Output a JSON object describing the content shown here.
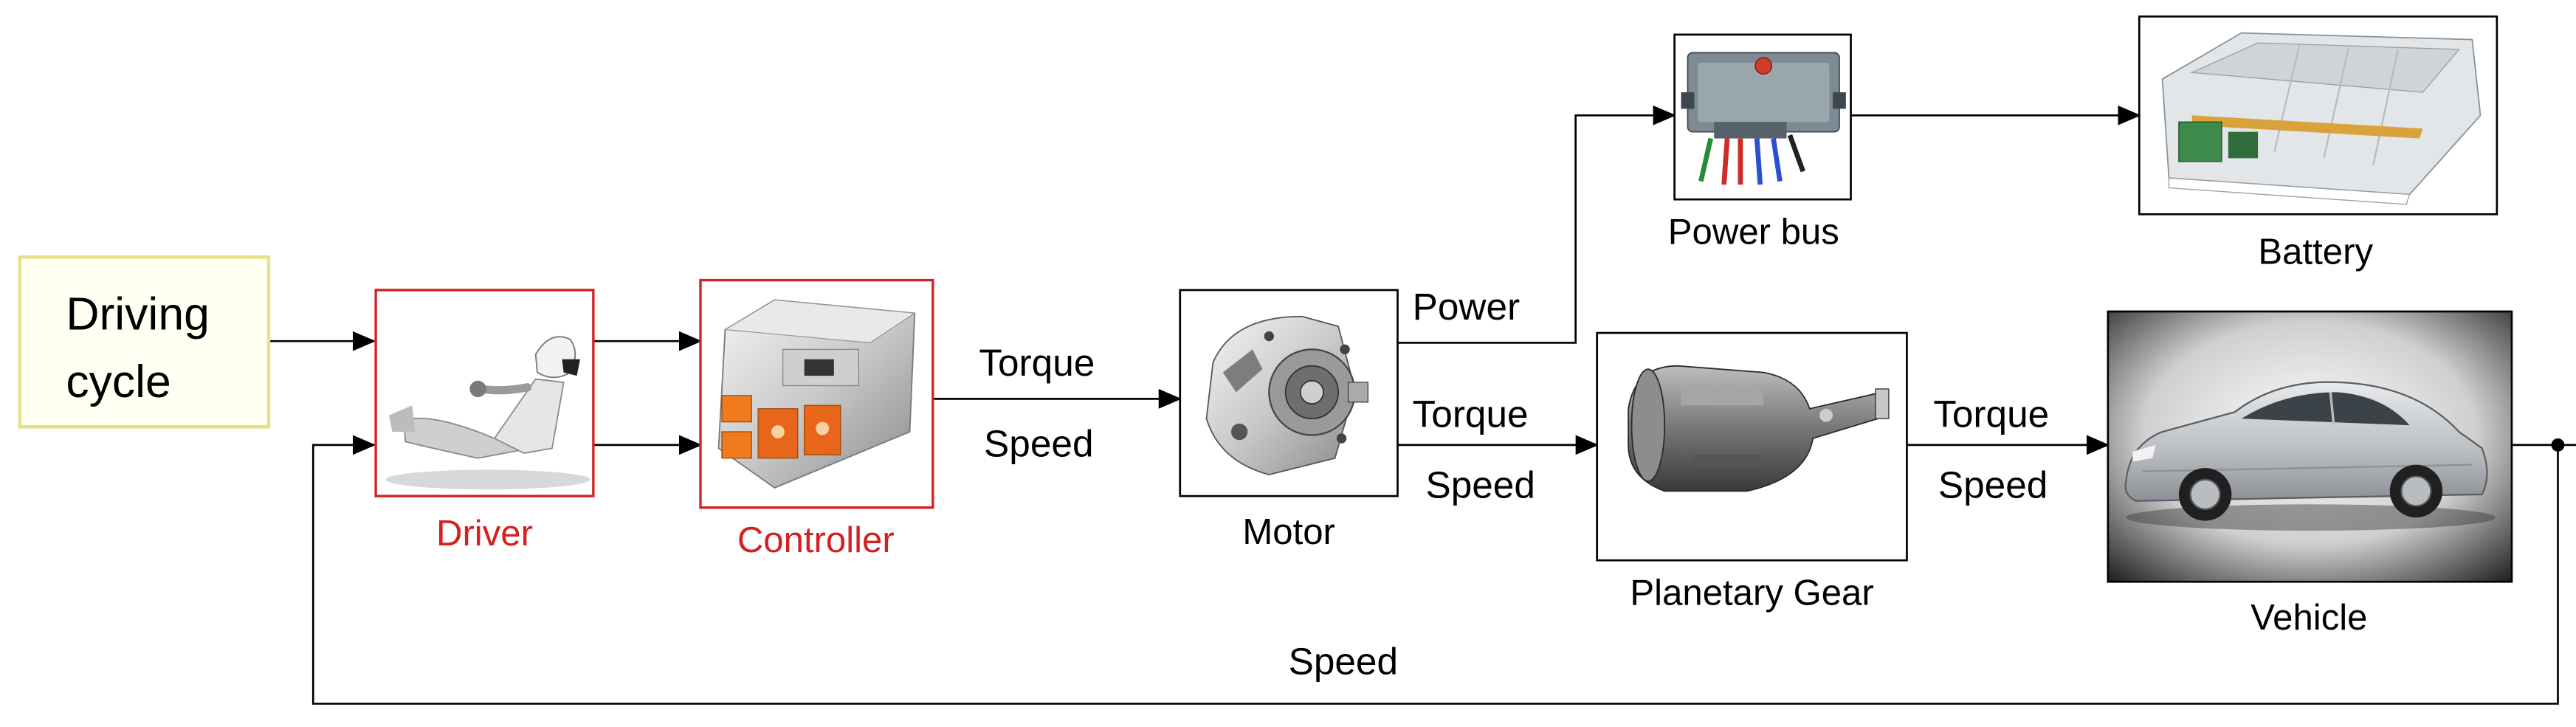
{
  "blocks": {
    "driving_cycle": {
      "line1": "Driving",
      "line2": "cycle"
    },
    "driver": {
      "label": "Driver"
    },
    "controller": {
      "label": "Controller"
    },
    "motor": {
      "label": "Motor"
    },
    "power_bus": {
      "label": "Power bus"
    },
    "battery": {
      "label": "Battery"
    },
    "planetary_gear": {
      "label": "Planetary Gear"
    },
    "vehicle": {
      "label": "Vehicle"
    }
  },
  "signals": {
    "controller_torque": "Torque",
    "controller_speed": "Speed",
    "motor_power": "Power",
    "motor_torque": "Torque",
    "motor_speed": "Speed",
    "gear_torque": "Torque",
    "gear_speed": "Speed",
    "feedback_speed": "Speed"
  },
  "colors": {
    "line": "#000000",
    "driving_cycle_border": "#e6e08a",
    "driver_border": "#d42020",
    "driver_label": "#d42020",
    "controller_border": "#d42020",
    "controller_label": "#d42020",
    "block_border": "#000000"
  },
  "icons": {
    "driver": "seated-racing-driver-icon",
    "controller": "motor-controller-unit-icon",
    "motor": "electric-motor-icon",
    "power_bus": "power-distribution-box-icon",
    "battery": "battery-pack-icon",
    "planetary_gear": "transmission-gearbox-icon",
    "vehicle": "hatchback-car-icon"
  }
}
